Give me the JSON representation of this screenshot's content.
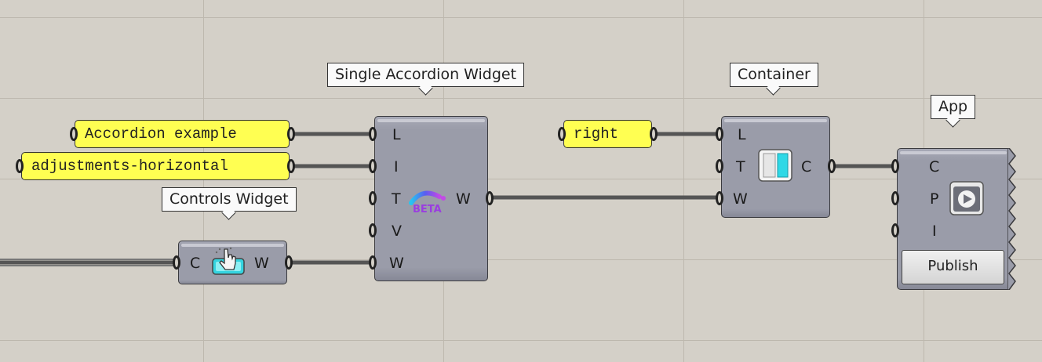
{
  "canvas": {
    "background": "#d4d0c8",
    "wire_color": "#555555"
  },
  "tooltips": {
    "single_accordion": "Single Accordion Widget",
    "container": "Container",
    "app": "App",
    "controls_widget": "Controls Widget"
  },
  "panels": {
    "accordion_example": "Accordion example",
    "adjustments_horizontal": "adjustments-horizontal",
    "right": "right"
  },
  "single_accordion": {
    "inputs": [
      "L",
      "I",
      "T",
      "V",
      "W"
    ],
    "output": "W",
    "icon": "beta-icon",
    "icon_text": "BETA"
  },
  "controls_widget": {
    "input": "C",
    "output": "W",
    "icon": "pointer-hand-icon"
  },
  "container": {
    "inputs": [
      "L",
      "T",
      "W"
    ],
    "output": "C",
    "icon": "column-layout-icon"
  },
  "app": {
    "inputs": [
      "C",
      "P",
      "I"
    ],
    "icon": "play-icon",
    "publish_label": "Publish"
  }
}
